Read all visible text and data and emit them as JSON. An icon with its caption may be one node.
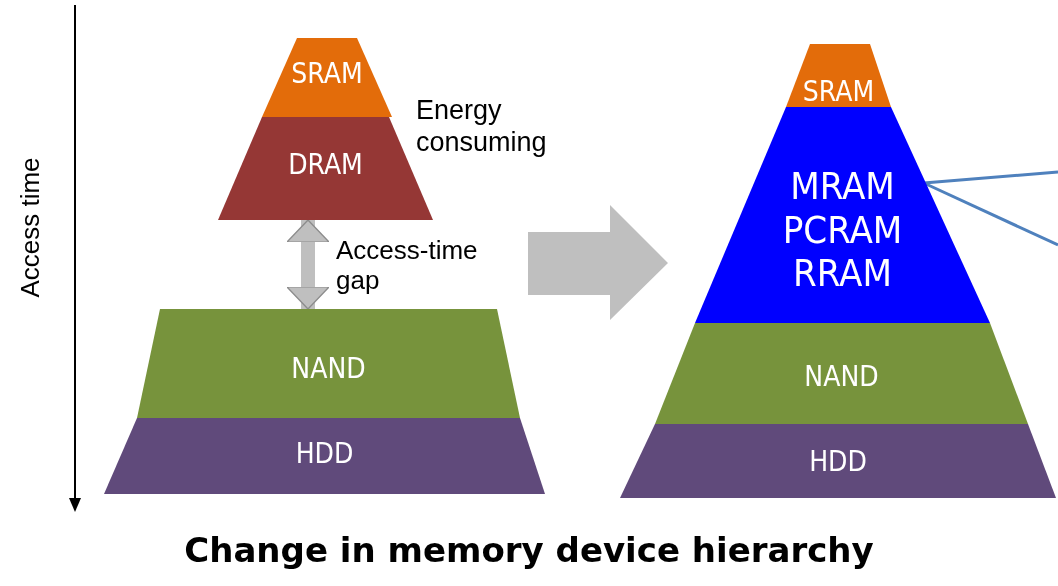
{
  "diagram": {
    "caption": "Change in memory device hierarchy",
    "nodes": [
      {
        "text": [
          "SRAM"
        ]
      },
      {
        "text": [
          "DRAM"
        ]
      },
      {
        "text": [
          "NAND"
        ]
      },
      {
        "text": [
          "HDD"
        ]
      },
      {
        "text": [
          "SRAM"
        ]
      },
      {
        "text": [
          "MRAM PCRAM RRAM"
        ]
      },
      {
        "text": [
          "NAND"
        ]
      },
      {
        "text": [
          "HDD"
        ]
      }
    ],
    "edges": [
      {
        "from": 1,
        "to": 2,
        "arrow": "both",
        "label": "Access-time gap",
        "style": "thick",
        "color": "#bfbfbf"
      },
      {
        "from": 5,
        "to": null,
        "arrow": "none",
        "color": "#4f81bd"
      },
      {
        "from": 5,
        "to": null,
        "arrow": "none",
        "color": "#4f81bd"
      }
    ],
    "labels": [
      "Energy consuming",
      "Access time"
    ]
  }
}
